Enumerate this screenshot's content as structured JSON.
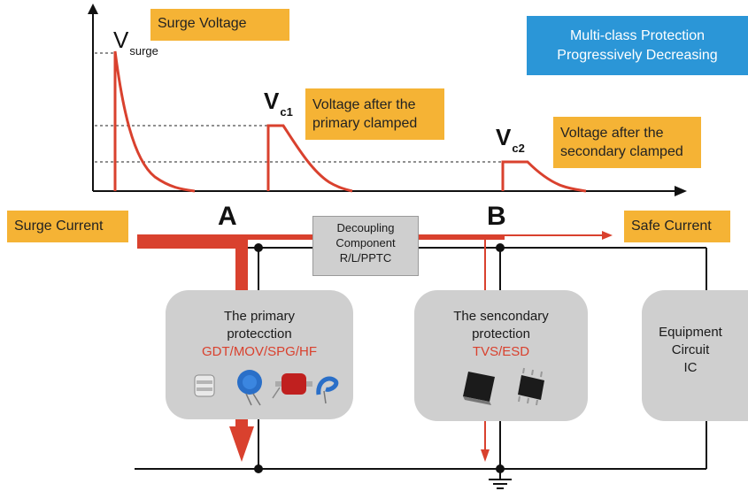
{
  "chart": {
    "surge_voltage_label": "Surge Voltage",
    "vsurge": {
      "main": "V",
      "sub": "surge"
    },
    "vc1": {
      "main": "V",
      "sub": "c1"
    },
    "vc2": {
      "main": "V",
      "sub": "c2"
    },
    "primary_clamped_label": [
      "Voltage after the",
      "primary clamped"
    ],
    "secondary_clamped_label": [
      "Voltage after the",
      "secondary clamped"
    ],
    "multi_class_label": [
      "Multi-class Protection",
      "Progressively Decreasing"
    ]
  },
  "circuit": {
    "surge_current_label": "Surge Current",
    "safe_current_label": "Safe Current",
    "node_a": "A",
    "node_b": "B",
    "decoupling": [
      "Decoupling",
      "Component",
      "R/L/PPTC"
    ],
    "primary": {
      "line1": "The primary",
      "line2": "protecction",
      "parts": "GDT/MOV/SPG/HF"
    },
    "secondary": {
      "line1": "The sencondary",
      "line2": "protection",
      "parts": "TVS/ESD"
    },
    "equipment": [
      "Equipment",
      "Circuit",
      "IC"
    ]
  },
  "colors": {
    "accent_orange": "#f5b335",
    "accent_blue": "#2b96d7",
    "surge_red": "#d9412e",
    "box_gray": "#cfcfcf"
  }
}
